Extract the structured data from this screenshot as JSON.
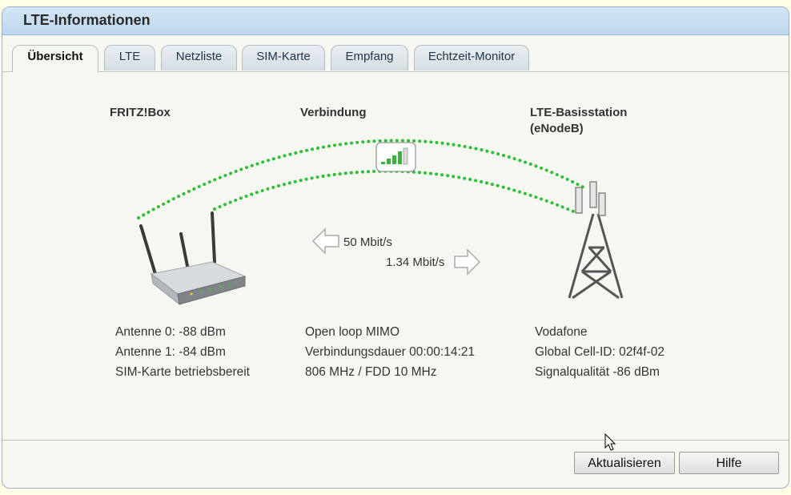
{
  "window": {
    "title": "LTE-Informationen"
  },
  "tabs": [
    {
      "label": "Übersicht",
      "active": true
    },
    {
      "label": "LTE"
    },
    {
      "label": "Netzliste"
    },
    {
      "label": "SIM-Karte"
    },
    {
      "label": "Empfang"
    },
    {
      "label": "Echtzeit-Monitor"
    }
  ],
  "columns": {
    "device": {
      "heading": "FRITZ!Box",
      "lines": [
        "Antenne 0: -88 dBm",
        "Antenne 1: -84 dBm",
        "SIM-Karte betriebsbereit"
      ]
    },
    "connection": {
      "heading": "Verbindung",
      "lines": [
        "Open loop MIMO",
        "Verbindungsdauer 00:00:14:21",
        "806 MHz / FDD 10 MHz"
      ],
      "downstream": "50 Mbit/s",
      "upstream": "1.34 Mbit/s",
      "signal_bars": 4
    },
    "station": {
      "heading_line1": "LTE-Basisstation",
      "heading_line2": "(eNodeB)",
      "lines": [
        "Vodafone",
        "Global Cell-ID: 02f4f-02",
        "Signalqualität -86 dBm"
      ]
    }
  },
  "buttons": {
    "refresh": "Aktualisieren",
    "help": "Hilfe"
  },
  "colors": {
    "link_dots": "#2fbf3a",
    "titlebar": "#c8def2",
    "signal": "#3bb33b"
  }
}
